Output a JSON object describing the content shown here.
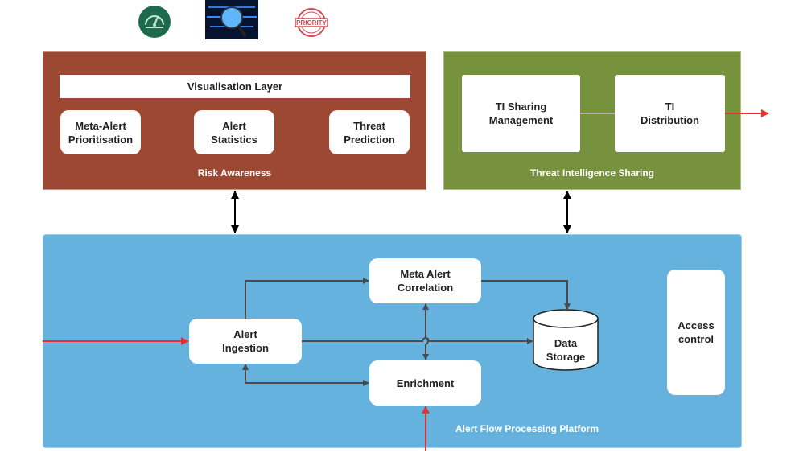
{
  "header_icons": [
    {
      "name": "speedometer-icon",
      "color": "#1d6b4c"
    },
    {
      "name": "magnifier-circuit-icon",
      "color": "#1a64c8"
    },
    {
      "name": "priority-stamp-icon",
      "color": "#d04a55"
    }
  ],
  "risk_awareness": {
    "title": "Risk Awareness",
    "color": "#9c4832",
    "visualisation_layer": "Visualisation Layer",
    "modules": [
      "Meta-Alert\nPrioritisation",
      "Alert\nStatistics",
      "Threat\nPrediction"
    ]
  },
  "threat_intelligence_sharing": {
    "title": "Threat Intelligence Sharing",
    "color": "#76923c",
    "modules": [
      "TI Sharing\nManagement",
      "TI\nDistribution"
    ]
  },
  "alert_flow": {
    "title": "Alert Flow Processing Platform",
    "color": "#66b2de",
    "nodes": {
      "ingestion": "Alert\nIngestion",
      "correlation": "Meta Alert\nCorrelation",
      "enrichment": "Enrichment",
      "storage": "Data\nStorage",
      "access": "Access\ncontrol"
    }
  },
  "colors": {
    "arrow_dark": "#4a4a4a",
    "arrow_red": "#e8302e",
    "arrow_black": "#000000"
  }
}
